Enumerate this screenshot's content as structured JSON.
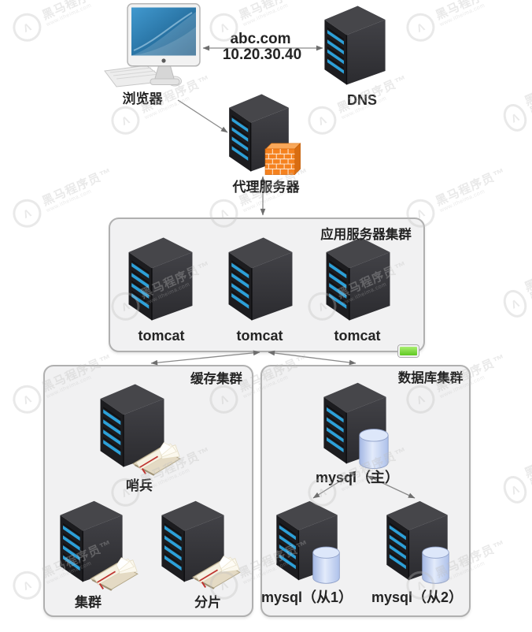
{
  "watermark": {
    "brand": "黑马程序员™",
    "url": "www.itheima.com"
  },
  "nodes": {
    "browser_label": "浏览器",
    "dns_label": "DNS",
    "domain": "abc.com",
    "ip": "10.20.30.40",
    "proxy_label": "代理服务器"
  },
  "app_cluster": {
    "title": "应用服务器集群",
    "servers": [
      {
        "label": "tomcat"
      },
      {
        "label": "tomcat"
      },
      {
        "label": "tomcat"
      }
    ]
  },
  "cache_cluster": {
    "title": "缓存集群",
    "nodes": [
      {
        "label": "哨兵"
      },
      {
        "label": "集群"
      },
      {
        "label": "分片"
      }
    ]
  },
  "db_cluster": {
    "title": "数据库集群",
    "nodes": [
      {
        "label": "mysql（主）"
      },
      {
        "label": "mysql（从1）"
      },
      {
        "label": "mysql（从2）"
      }
    ]
  },
  "colors": {
    "server_led_blue": "#2da0d8",
    "firewall_orange": "#f5821f",
    "db_cylinder_blue": "#c9d6f0",
    "status_green": "#6fd32f",
    "box_gray": "#f1f1f2",
    "arrow_gray": "#8a8a8a"
  }
}
